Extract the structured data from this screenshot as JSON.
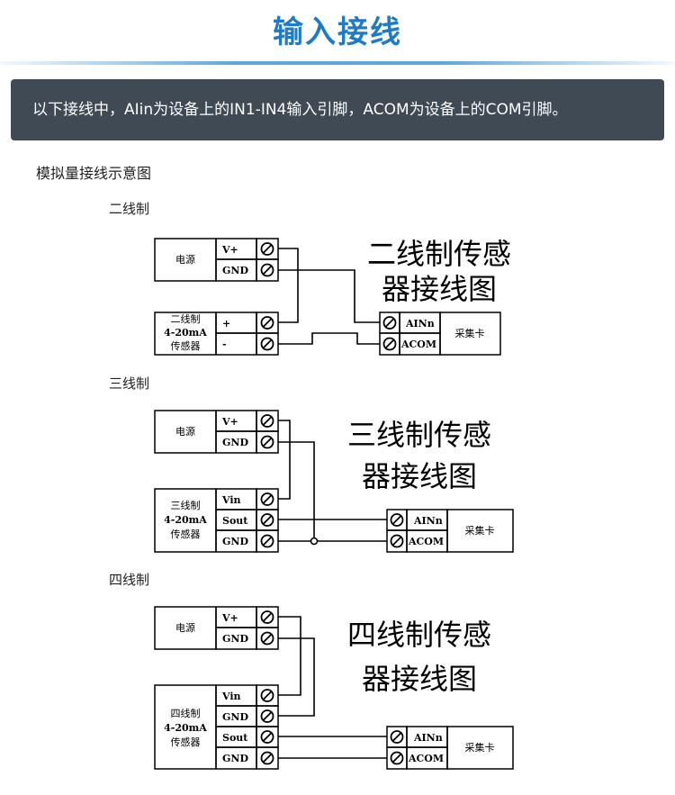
{
  "header": {
    "title": "输入接线"
  },
  "banner": {
    "text": "以下接线中，AIin为设备上的IN1-IN4输入引脚，ACOM为设备上的COM引脚。"
  },
  "section": {
    "title": "模拟量接线示意图"
  },
  "two_wire": {
    "caption": "二线制",
    "title_line1": "二线制传感",
    "title_line2": "器接线图",
    "power": {
      "name": "电源",
      "pins": [
        "V+",
        "GND"
      ]
    },
    "sensor": {
      "name_line1": "二线制",
      "name_line2": "4-20mA",
      "name_line3": "传感器",
      "pins": [
        "+",
        "-"
      ]
    },
    "card": {
      "name": "采集卡",
      "pins": [
        "AINn",
        "ACOM"
      ]
    }
  },
  "three_wire": {
    "caption": "三线制",
    "title_line1": "三线制传感",
    "title_line2": "器接线图",
    "power": {
      "name": "电源",
      "pins": [
        "V+",
        "GND"
      ]
    },
    "sensor": {
      "name_line1": "三线制",
      "name_line2": "4-20mA",
      "name_line3": "传感器",
      "pins": [
        "Vin",
        "Sout",
        "GND"
      ]
    },
    "card": {
      "name": "采集卡",
      "pins": [
        "AINn",
        "ACOM"
      ]
    }
  },
  "four_wire": {
    "caption": "四线制",
    "title_line1": "四线制传感",
    "title_line2": "器接线图",
    "power": {
      "name": "电源",
      "pins": [
        "V+",
        "GND"
      ]
    },
    "sensor": {
      "name_line1": "四线制",
      "name_line2": "4-20mA",
      "name_line3": "传感器",
      "pins": [
        "Vin",
        "GND",
        "Sout",
        "GND"
      ]
    },
    "card": {
      "name": "采集卡",
      "pins": [
        "AINn",
        "ACOM"
      ]
    }
  }
}
